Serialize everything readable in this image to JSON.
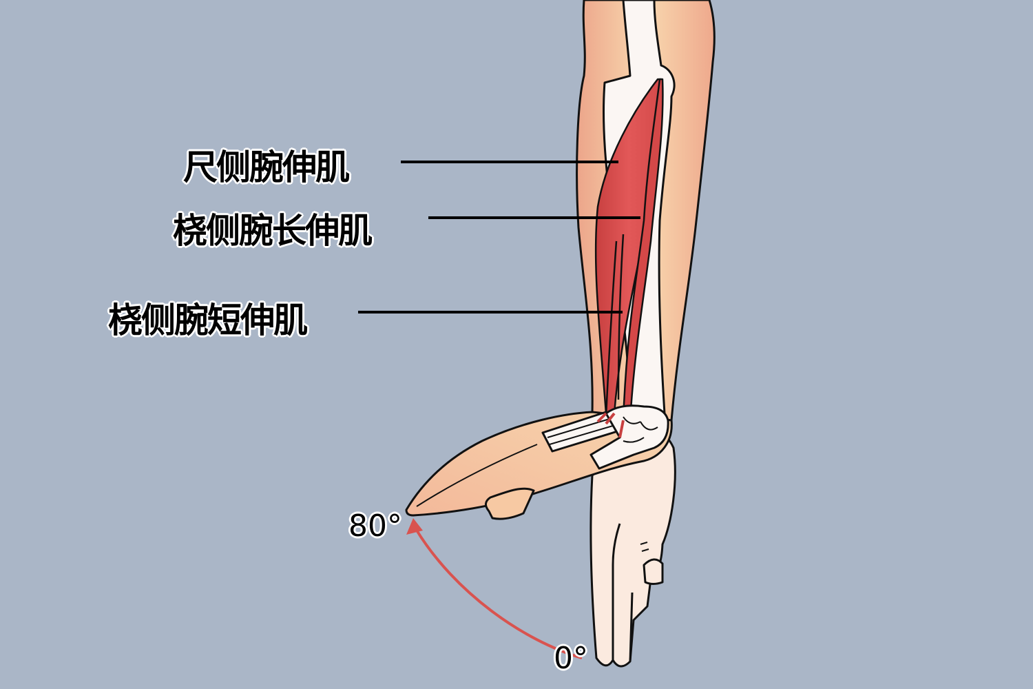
{
  "diagram": {
    "background_color": "#aab6c7",
    "muscle_color": "#e05555",
    "arc_color": "#d9534f",
    "skin_color": "#f6d2ad",
    "bone_color": "#fbf6f3",
    "labels": [
      {
        "id": "ecu",
        "text": "尺侧腕伸肌"
      },
      {
        "id": "ecrl",
        "text": "桡侧腕长伸肌"
      },
      {
        "id": "ecrb",
        "text": "桡侧腕短伸肌"
      }
    ],
    "angles": {
      "start": "0°",
      "end": "80°"
    }
  }
}
